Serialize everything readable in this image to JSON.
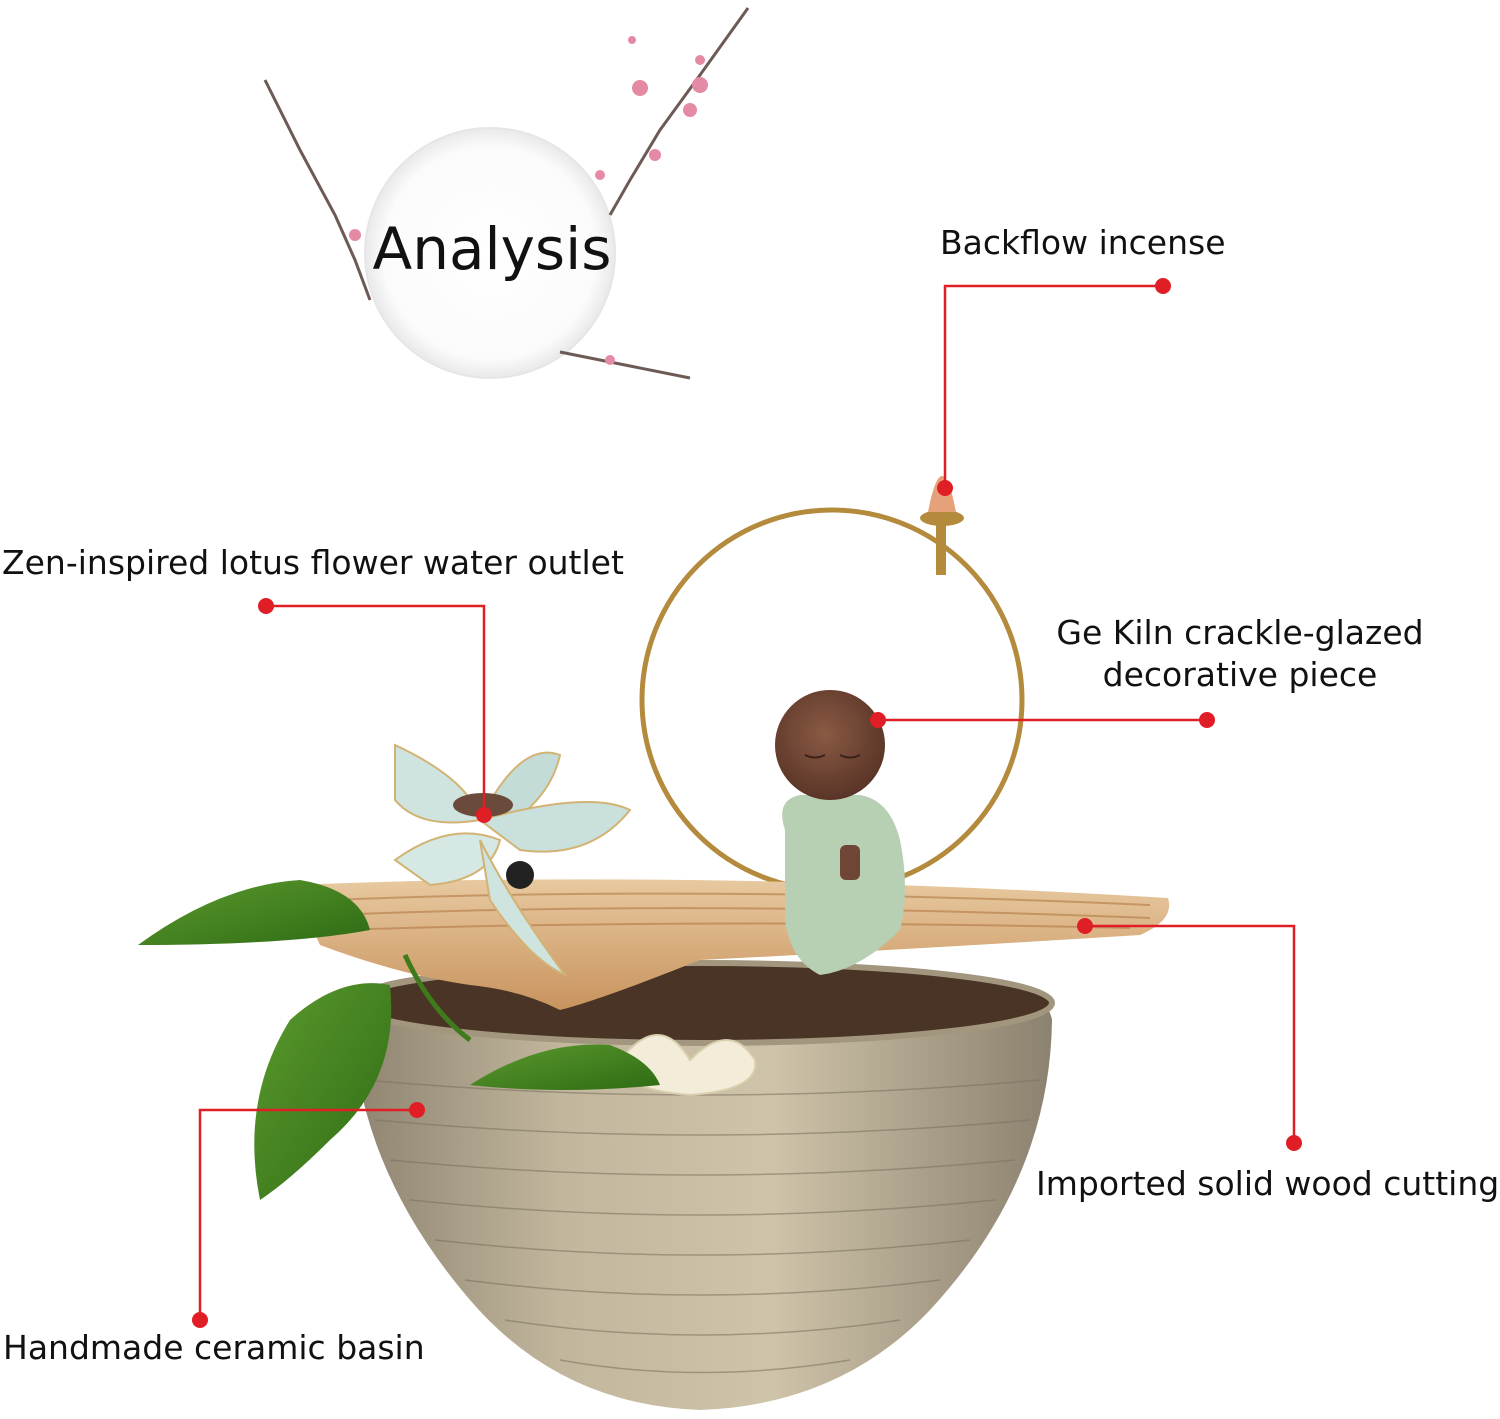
{
  "header": {
    "title": "Analysis"
  },
  "callouts": [
    {
      "id": "backflow-incense",
      "lines": [
        "Backflow incense"
      ]
    },
    {
      "id": "lotus-outlet",
      "lines": [
        "Zen-inspired lotus flower water outlet"
      ]
    },
    {
      "id": "ge-kiln",
      "lines": [
        "Ge Kiln crackle-glazed",
        "decorative piece"
      ]
    },
    {
      "id": "solid-wood",
      "lines": [
        "Imported solid wood cutting"
      ]
    },
    {
      "id": "ceramic-basin",
      "lines": [
        "Handmade ceramic basin"
      ]
    }
  ],
  "colors": {
    "callout_line": "#e01e25",
    "text": "#111111",
    "background": "#ffffff"
  }
}
